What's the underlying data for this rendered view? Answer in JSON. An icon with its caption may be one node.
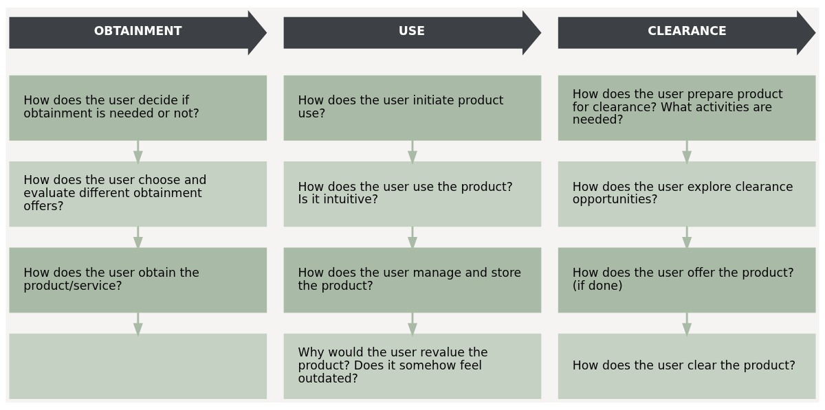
{
  "diagram": {
    "nodes": [
      {
        "text": [
          "OBTAINMENT"
        ]
      },
      {
        "text": [
          "How does the user decide if obtainment is needed or not?"
        ]
      },
      {
        "text": [
          "How does the user choose and evaluate different obtainment offers?"
        ]
      },
      {
        "text": [
          "How does the user obtain the product/service?"
        ]
      },
      {
        "text": [],
        "shape": "box"
      },
      {
        "text": [
          "USE"
        ]
      },
      {
        "text": [
          "How does the user initiate product use?"
        ]
      },
      {
        "text": [
          "How does the user use the product? Is it intuitive?"
        ]
      },
      {
        "text": [
          "How does the user manage and store the product?"
        ]
      },
      {
        "text": [
          "Why would the user revalue the product? Does it somehow feel outdated?"
        ]
      },
      {
        "text": [
          "CLEARANCE"
        ]
      },
      {
        "text": [
          "How does the user prepare product for clearance? What activities are needed?"
        ]
      },
      {
        "text": [
          "How does the user explore clearance opportunities?"
        ]
      },
      {
        "text": [
          "How does the user offer the product? (if done)"
        ]
      },
      {
        "text": [
          "How does the user clear the product?"
        ]
      }
    ],
    "edges": [
      {
        "from": 1,
        "to": 2,
        "arrow": "to"
      },
      {
        "from": 2,
        "to": 3,
        "arrow": "to"
      },
      {
        "from": 3,
        "to": 4,
        "arrow": "to"
      },
      {
        "from": 6,
        "to": 7,
        "arrow": "to"
      },
      {
        "from": 7,
        "to": 8,
        "arrow": "to"
      },
      {
        "from": 8,
        "to": 9,
        "arrow": "to"
      },
      {
        "from": 11,
        "to": 12,
        "arrow": "to"
      },
      {
        "from": 12,
        "to": 13,
        "arrow": "to"
      },
      {
        "from": 13,
        "to": 14,
        "arrow": "to"
      }
    ]
  }
}
